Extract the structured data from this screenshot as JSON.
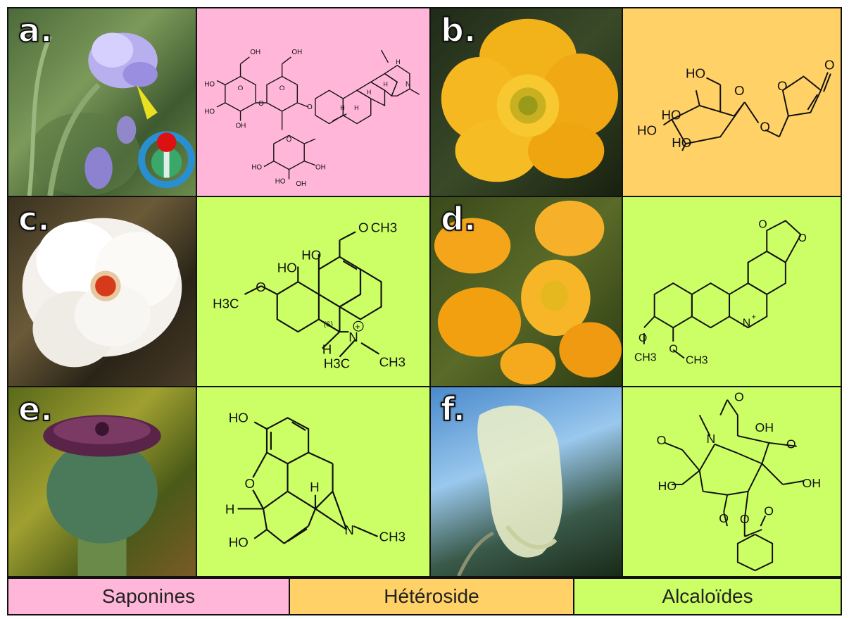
{
  "panels": [
    {
      "label": "a.",
      "category": "saponines"
    },
    {
      "label": "b.",
      "category": "heteroside"
    },
    {
      "label": "c.",
      "category": "alcaloides"
    },
    {
      "label": "d.",
      "category": "alcaloides"
    },
    {
      "label": "e.",
      "category": "alcaloides"
    },
    {
      "label": "f.",
      "category": "alcaloides"
    }
  ],
  "colors": {
    "saponines": "#ffb6d9",
    "heteroside": "#ffd166",
    "alcaloides": "#ccff66"
  },
  "molecules": {
    "a": {
      "atoms": [
        "OH",
        "O",
        "HO",
        "HO",
        "OH",
        "OH",
        "O",
        "O",
        "O",
        "H",
        "H",
        "H",
        "H",
        "H",
        "N",
        "O",
        "HO",
        "HO",
        "OH",
        "OH"
      ]
    },
    "b": {
      "atoms": [
        "HO",
        "O",
        "O",
        "O",
        "HO",
        "HO",
        "HO",
        "O"
      ]
    },
    "c": {
      "atoms": [
        "O",
        "CH3",
        "HO",
        "HO",
        "H3C",
        "O",
        "(S)",
        "H",
        "N",
        "+",
        "H3C",
        "CH3"
      ]
    },
    "d": {
      "atoms": [
        "O",
        "O",
        "N",
        "+",
        "O",
        "O",
        "CH3",
        "CH3"
      ]
    },
    "e": {
      "atoms": [
        "HO",
        "O",
        "H",
        "H",
        "N",
        "CH3",
        "HO"
      ]
    },
    "f": {
      "atoms": [
        "O",
        "N",
        "OH",
        "O",
        "O",
        "HO",
        "O",
        "OH",
        "O",
        "O"
      ]
    }
  },
  "legend": [
    {
      "label": "Saponines",
      "color": "#ffb6d9"
    },
    {
      "label": "Hétéroside",
      "color": "#ffd166"
    },
    {
      "label": "Alcaloïdes",
      "color": "#ccff66"
    }
  ]
}
